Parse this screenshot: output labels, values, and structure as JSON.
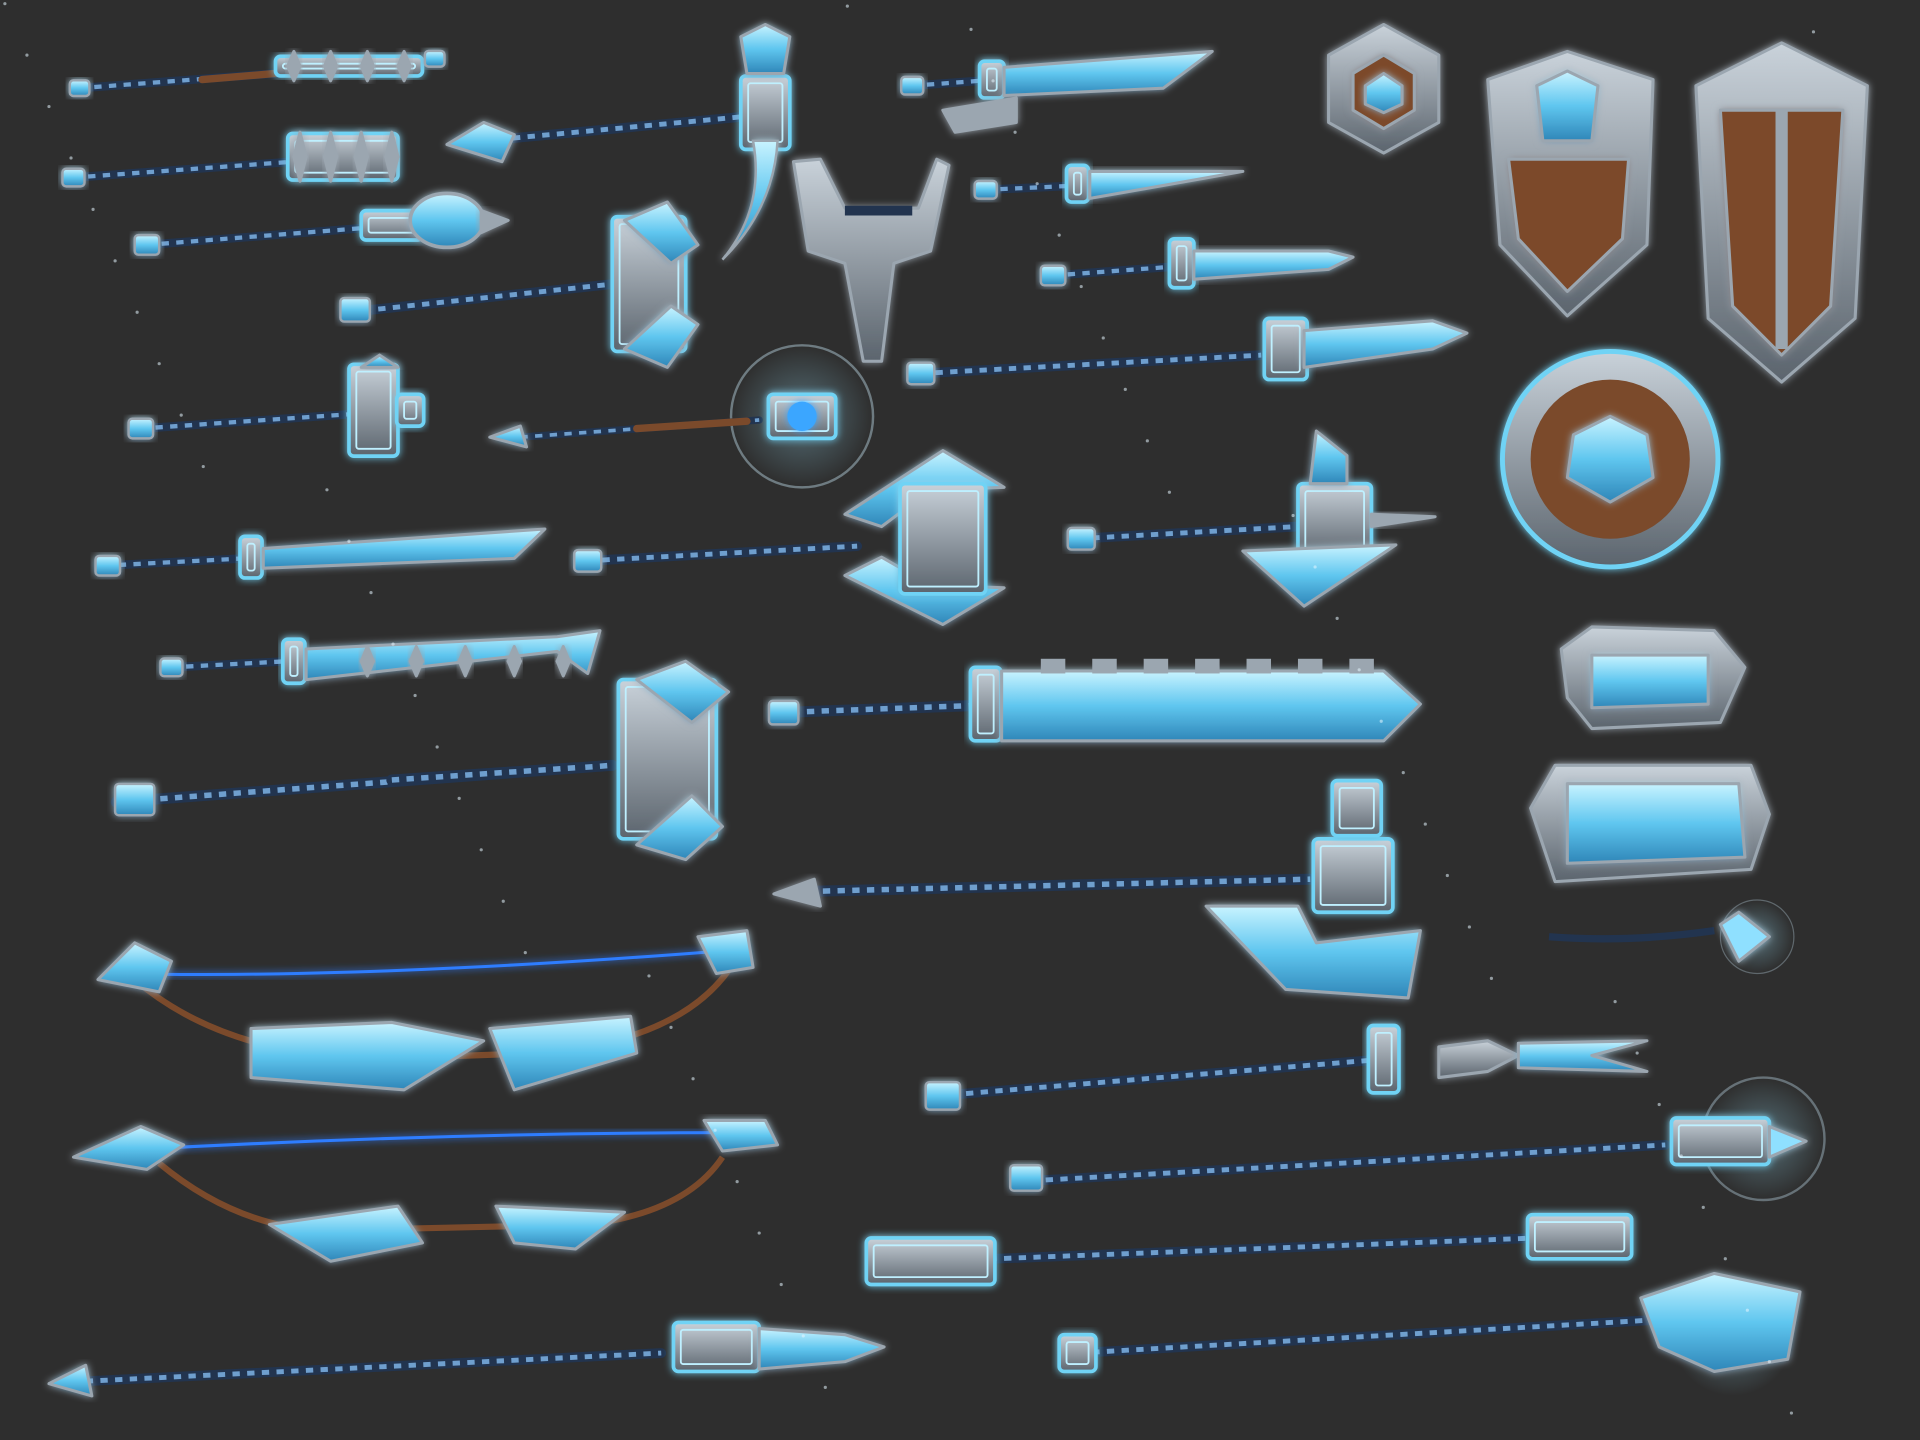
{
  "scene": {
    "background": "#2e2e2e",
    "colors": {
      "ice_glow": "#6fd3f5",
      "ice_light": "#bff0ff",
      "steel": "#9ba6b0",
      "steel_dark": "#5d666f",
      "shaft": "#22344f",
      "wrap": "#6f9fce",
      "wood": "#7b4a2b",
      "bowstring": "#2f7dff"
    }
  },
  "items": [
    {
      "type": "mace",
      "icon": "spiked-mace-icon"
    },
    {
      "type": "mace",
      "icon": "spiked-mace-icon"
    },
    {
      "type": "mace",
      "icon": "ball-mace-icon"
    },
    {
      "type": "warhammer",
      "icon": "hammer-icon"
    },
    {
      "type": "hammer",
      "icon": "hammer-icon"
    },
    {
      "type": "orb-spear",
      "icon": "orb-spear-icon"
    },
    {
      "type": "sword",
      "icon": "sword-icon"
    },
    {
      "type": "sword",
      "icon": "sword-icon"
    },
    {
      "type": "great-hammer",
      "icon": "hammer-icon"
    },
    {
      "type": "pickaxe",
      "icon": "pickaxe-icon"
    },
    {
      "type": "hilt",
      "icon": "hilt-icon"
    },
    {
      "type": "dagger",
      "icon": "dagger-icon"
    },
    {
      "type": "dagger",
      "icon": "dagger-icon"
    },
    {
      "type": "dagger",
      "icon": "dagger-icon"
    },
    {
      "type": "spear",
      "icon": "spear-icon"
    },
    {
      "type": "double-axe",
      "icon": "axe-icon"
    },
    {
      "type": "axe",
      "icon": "axe-icon"
    },
    {
      "type": "greatsword",
      "icon": "greatsword-icon"
    },
    {
      "type": "halberd",
      "icon": "halberd-icon"
    },
    {
      "type": "bow",
      "icon": "bow-icon"
    },
    {
      "type": "bow",
      "icon": "bow-icon"
    },
    {
      "type": "spear",
      "icon": "spear-icon"
    },
    {
      "type": "trident",
      "icon": "trident-icon"
    },
    {
      "type": "staff",
      "icon": "staff-icon"
    },
    {
      "type": "double-mace",
      "icon": "double-mace-icon"
    },
    {
      "type": "axe-staff",
      "icon": "axe-icon"
    },
    {
      "type": "hex-shield",
      "icon": "shield-icon"
    },
    {
      "type": "tower-shield",
      "icon": "shield-icon"
    },
    {
      "type": "tower-shield",
      "icon": "shield-icon"
    },
    {
      "type": "round-shield",
      "icon": "shield-icon"
    },
    {
      "type": "gauntlet",
      "icon": "gauntlet-icon"
    },
    {
      "type": "rune-tome",
      "icon": "rune-book-icon"
    },
    {
      "type": "wand",
      "icon": "wand-icon"
    }
  ]
}
